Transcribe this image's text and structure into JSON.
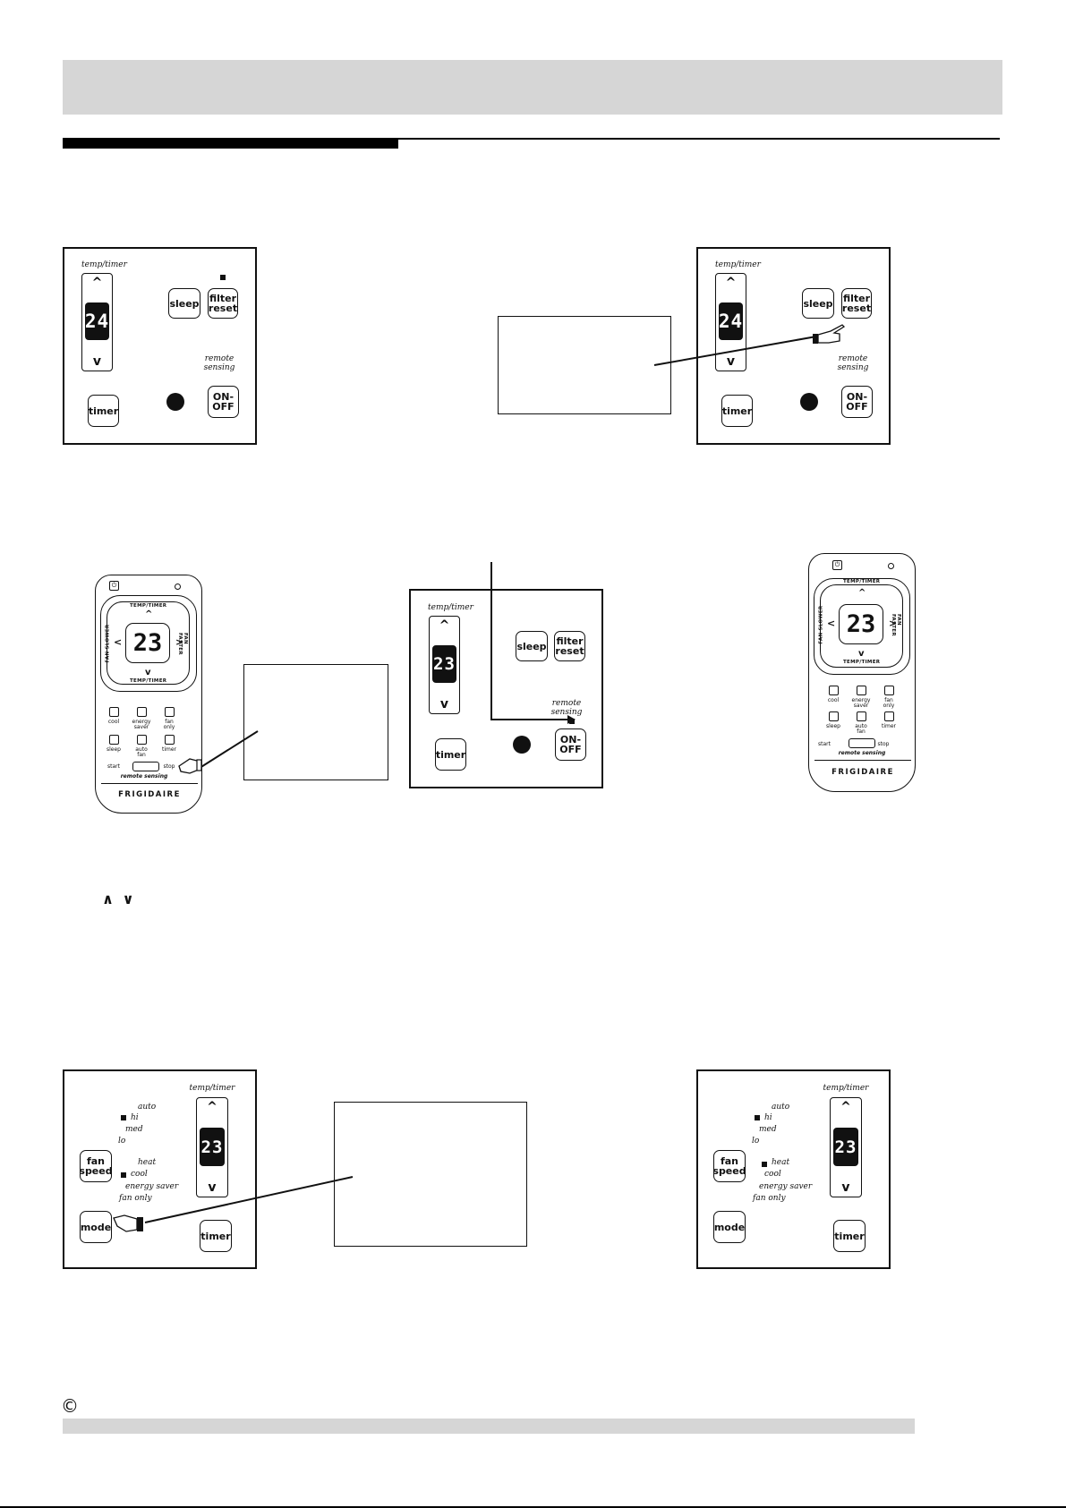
{
  "footer": {
    "copyright_symbol": "©"
  },
  "panel_common": {
    "temp_timer_label": "temp/timer",
    "up_arrow": "^",
    "down_arrow": "v",
    "sleep_label": "sleep",
    "filter_reset_label": "filter\nreset",
    "remote_sensing_label": "remote\nsensing",
    "timer_label": "timer",
    "onoff_label": "ON-\nOFF",
    "fan_speed_label": "fan\nspeed",
    "mode_label": "mode",
    "fan_options": [
      "auto",
      "hi",
      "med",
      "lo"
    ],
    "mode_options": [
      "heat",
      "cool",
      "energy saver",
      "fan only"
    ]
  },
  "panels": {
    "panel_1": {
      "display": "24"
    },
    "panel_2": {
      "display": "24"
    },
    "panel_3": {
      "display": "23"
    },
    "panel_4": {
      "display": "23"
    },
    "panel_5": {
      "display": "23"
    }
  },
  "remote_common": {
    "temp_timer_label": "TEMP/TIMER",
    "fan_slower_label": "FAN SLOWER",
    "fan_faster_label": "FAN FASTER",
    "left_arrow": "<",
    "right_arrow": ">",
    "buttons": [
      "cool",
      "energy\nsaver",
      "fan\nonly",
      "sleep",
      "auto\nfan",
      "timer"
    ],
    "start_label": "start",
    "stop_label": "stop",
    "remote_sensing_label": "remote sensing",
    "brand": "FRIGIDAIRE",
    "power_symbol": "⏻"
  },
  "remotes": {
    "remote_1": {
      "display": "23"
    },
    "remote_2": {
      "display": "23"
    }
  },
  "body_text": {
    "arrows_glyph": "∧ ∨"
  }
}
